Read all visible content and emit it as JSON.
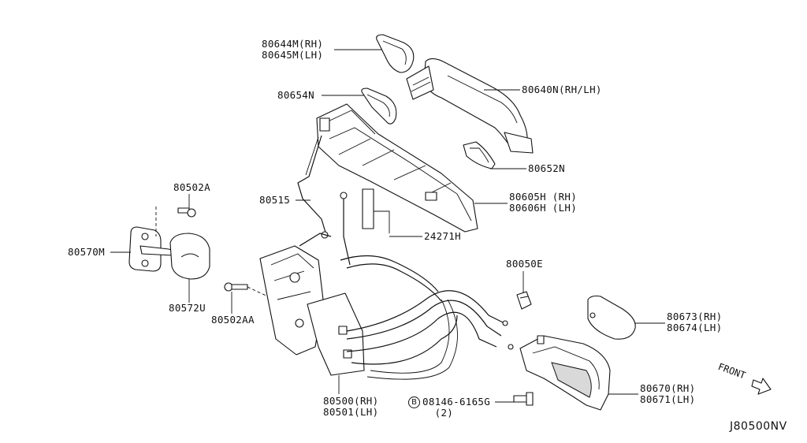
{
  "labels": {
    "p80644m": "80644M(RH)\n80645M(LH)",
    "p80654n": "80654N",
    "p80640n": "80640N(RH/LH)",
    "p80652n": "80652N",
    "p80605h": "80605H (RH)\n80606H (LH)",
    "p80515": "80515",
    "p24271h": "24271H",
    "p80502a": "80502A",
    "p80570m": "80570M",
    "p80572u": "80572U",
    "p80502aa": "80502AA",
    "p80050e": "80050E",
    "p80673": "80673(RH)\n80674(LH)",
    "p80670": "80670(RH)\n80671(LH)",
    "p80500": "80500(RH)\n80501(LH)",
    "p08146": "08146-6165G\n  (2)",
    "bolt_symbol": "B"
  },
  "front_label": "FRONT",
  "diagram_code": "J80500NV"
}
